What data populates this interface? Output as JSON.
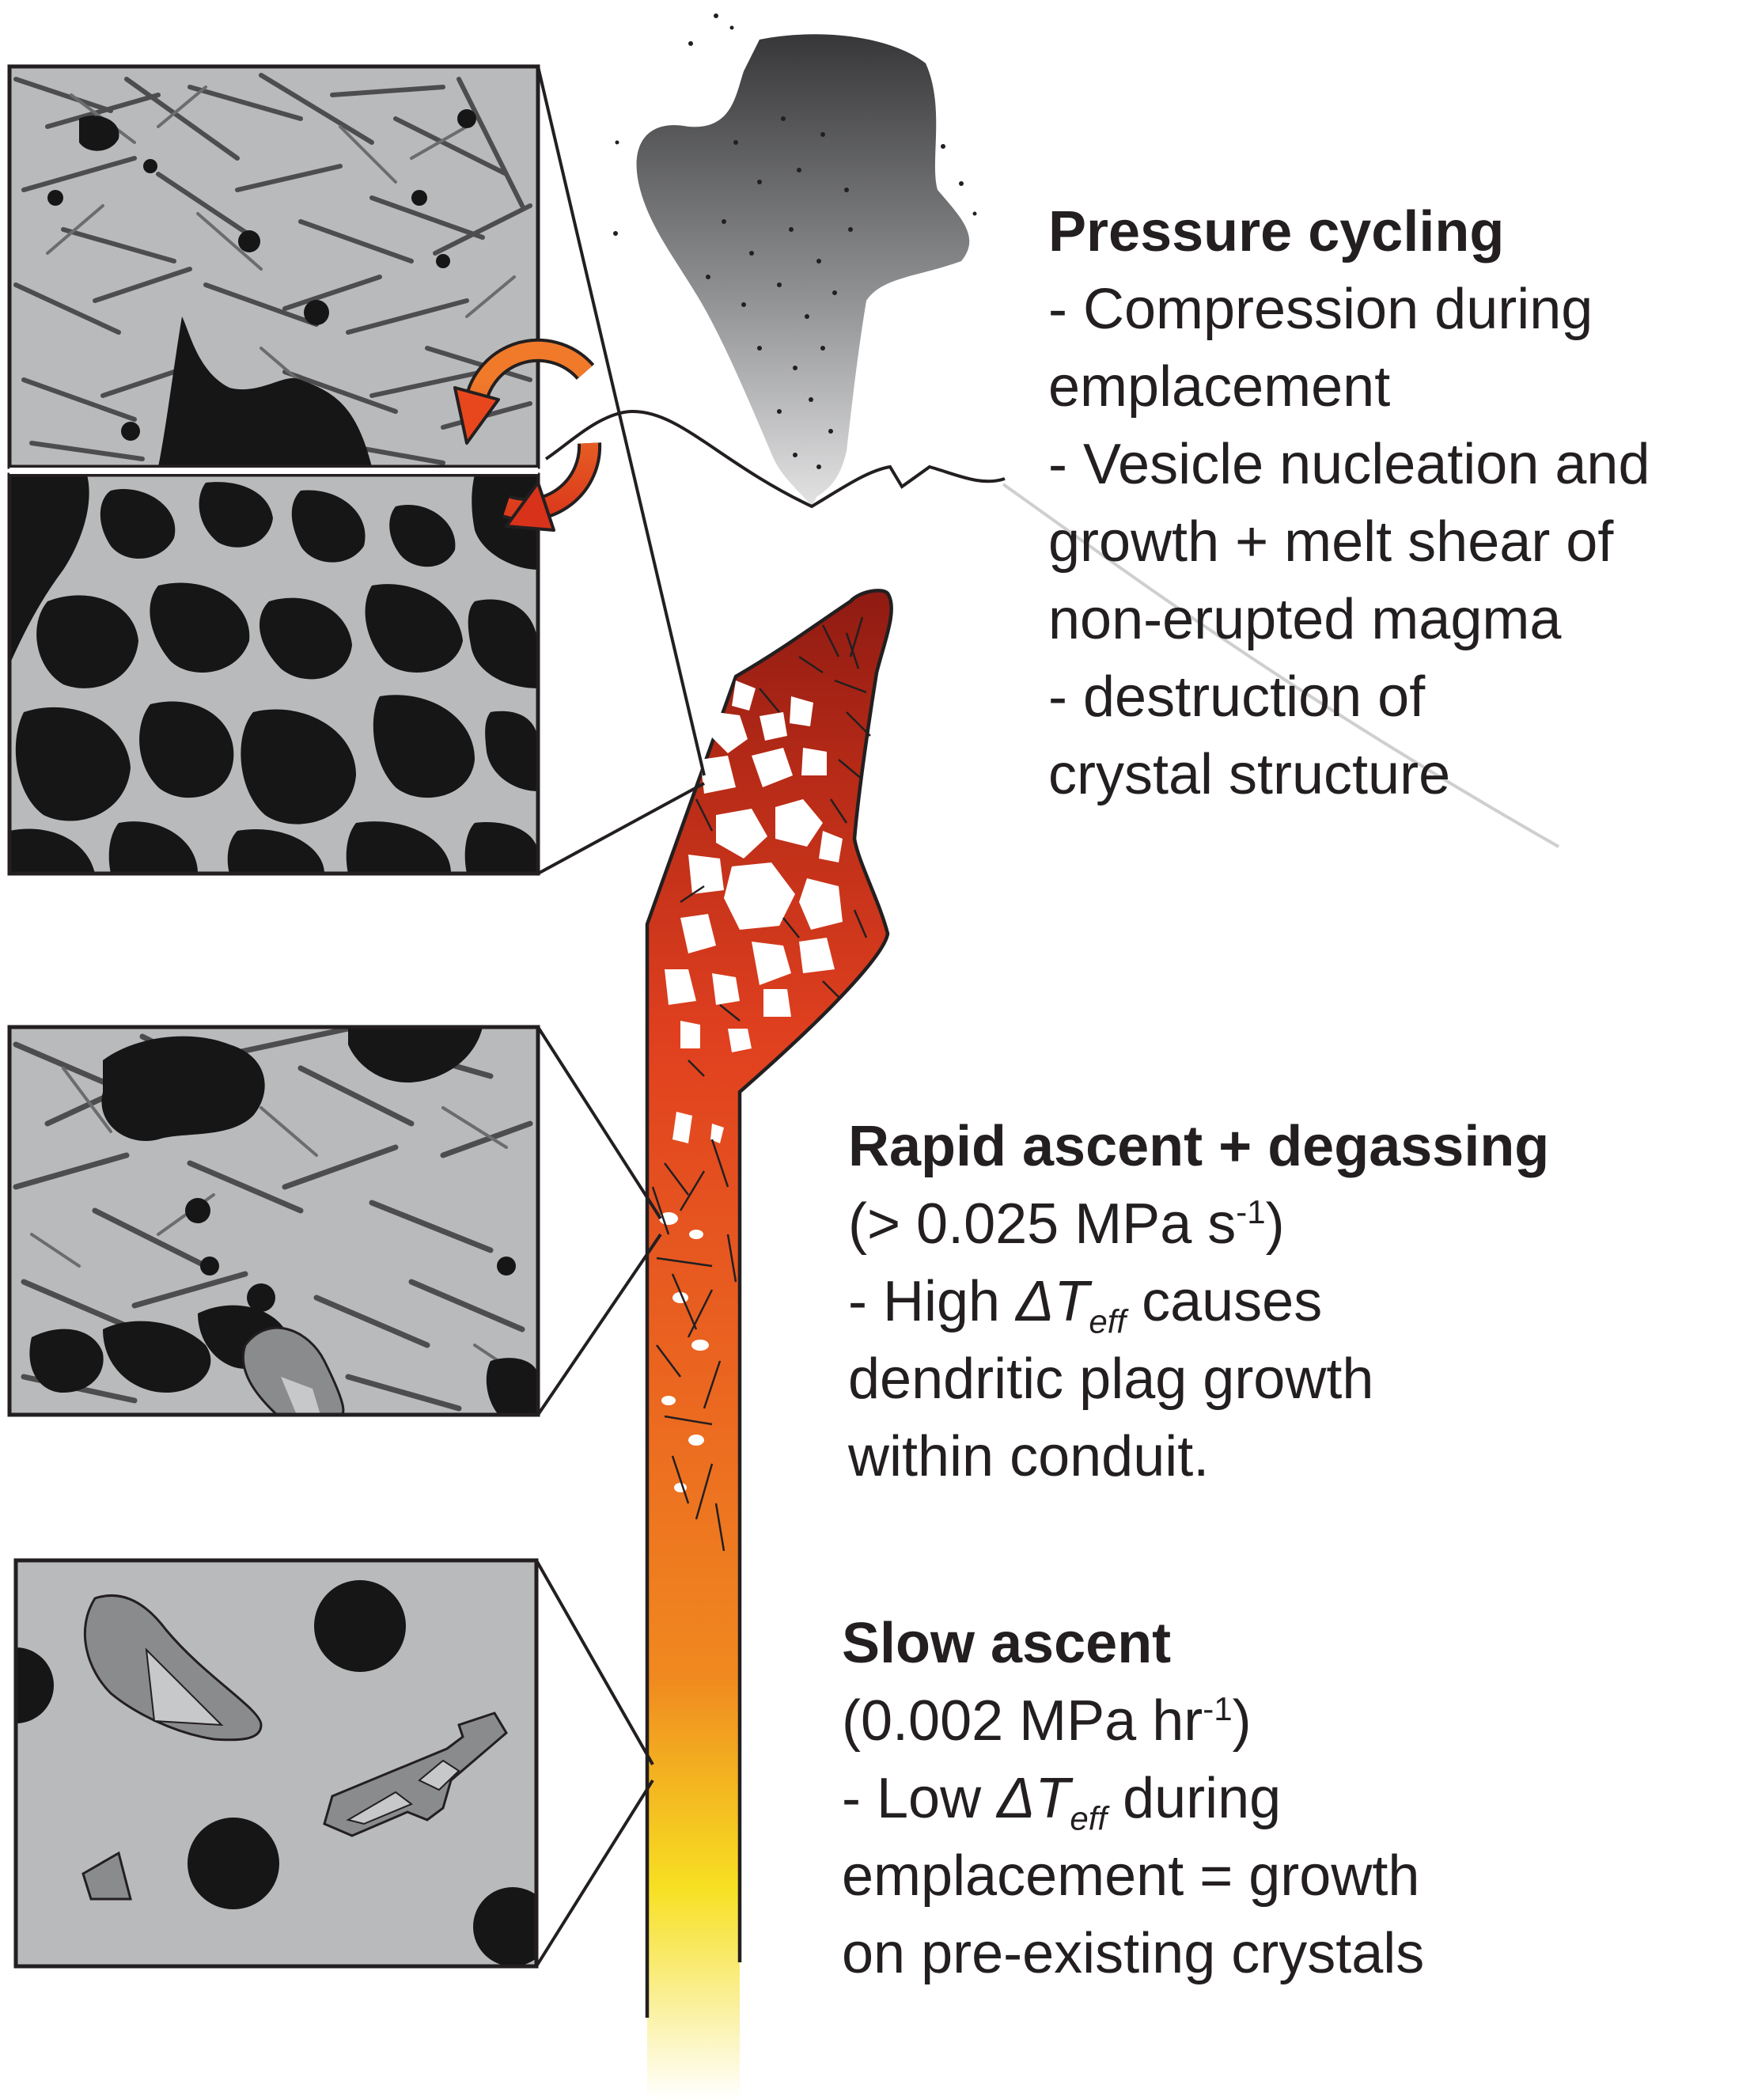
{
  "colors": {
    "ink": "#231f20",
    "panel_melt": "#b9babc",
    "crystal_dark": "#4d4d4f",
    "crystal_mid": "#8a8b8d",
    "vesicle": "#161616",
    "magma_top": "#8e1a12",
    "magma_mid": "#e0401f",
    "magma_low": "#f0891f",
    "magma_base": "#f7e022",
    "cycle_arrow": "#e8471e",
    "plume_top": "#3a3a3c"
  },
  "icons": {
    "pressure_cycle": "circular-arrows-icon"
  },
  "annotations": {
    "pressure": {
      "heading": "Pressure cycling",
      "lines": [
        "- Compression during",
        "emplacement",
        "- Vesicle nucleation and",
        "growth + melt shear of",
        "non-erupted magma",
        "- destruction of",
        "crystal structure"
      ]
    },
    "rapid": {
      "heading": "Rapid ascent + degassing",
      "rate_open": "(> 0.025 MPa s",
      "rate_sup": "-1",
      "rate_close": ")",
      "l1_pre": "- High ",
      "l1_delta": "ΔT",
      "l1_sub": "eff",
      "l1_post": " causes",
      "l2": "dendritic plag growth",
      "l3": "within conduit."
    },
    "slow": {
      "heading": "Slow ascent",
      "rate_open": "(0.002 MPa hr",
      "rate_sup": "-1",
      "rate_close": ")",
      "l1_pre": "- Low ",
      "l1_delta": "ΔT",
      "l1_sub": "eff",
      "l1_post": " during",
      "l2": "emplacement = growth",
      "l3": "on pre-existing crystals"
    }
  }
}
